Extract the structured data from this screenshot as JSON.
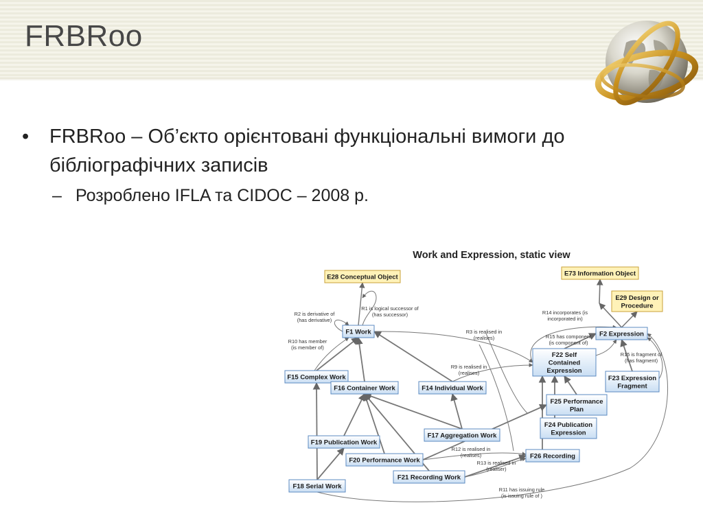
{
  "slide": {
    "title": "FRBRoo",
    "bullets": [
      {
        "text": "FRBRoo – Об’єкто орієнтовані функціональні вимоги до бібліографічних записів",
        "sub": [
          "Розроблено IFLA та CIDOC – 2008 р."
        ]
      }
    ]
  },
  "diagram": {
    "title": "Work and  Expression, static view",
    "colors": {
      "yellow_fill": "#fff2b8",
      "yellow_stroke": "#c8a13a",
      "blue_fill": "#d9e9f7",
      "blue_stroke": "#5b8ac0",
      "line": "#777777"
    },
    "nodes": [
      {
        "id": "e28",
        "label": "E28 Conceptual Object",
        "style": "yellow"
      },
      {
        "id": "e73",
        "label": "E73 Information Object",
        "style": "yellow"
      },
      {
        "id": "e29",
        "label": "E29 Design or Procedure",
        "lines": [
          "E29 Design or",
          "Procedure"
        ],
        "style": "yellow"
      },
      {
        "id": "f1",
        "label": "F1 Work",
        "style": "blue"
      },
      {
        "id": "f2",
        "label": "F2 Expression",
        "style": "blue"
      },
      {
        "id": "f22",
        "label": "F22 Self Contained Expression",
        "lines": [
          "F22 Self",
          "Contained",
          "Expression"
        ],
        "style": "blue"
      },
      {
        "id": "f23",
        "label": "F23 Expression Fragment",
        "lines": [
          "F23 Expression",
          "Fragment"
        ],
        "style": "blue"
      },
      {
        "id": "f15",
        "label": "F15 Complex Work",
        "style": "blue"
      },
      {
        "id": "f16",
        "label": "F16 Container Work",
        "style": "blue"
      },
      {
        "id": "f14",
        "label": "F14 Individual Work",
        "style": "blue"
      },
      {
        "id": "f25",
        "label": "F25 Performance Plan",
        "lines": [
          "F25 Performance",
          "Plan"
        ],
        "style": "blue"
      },
      {
        "id": "f24",
        "label": "F24 Publication Expression",
        "lines": [
          "F24 Publication",
          "Expression"
        ],
        "style": "blue"
      },
      {
        "id": "f19",
        "label": "F19 Publication Work",
        "style": "blue"
      },
      {
        "id": "f17",
        "label": "F17 Aggregation Work",
        "style": "blue"
      },
      {
        "id": "f20",
        "label": "F20 Performance Work",
        "style": "blue"
      },
      {
        "id": "f26",
        "label": "F26 Recording",
        "style": "blue"
      },
      {
        "id": "f21",
        "label": "F21 Recording Work",
        "style": "blue"
      },
      {
        "id": "f18",
        "label": "F18 Serial Work",
        "style": "blue"
      }
    ],
    "labels": [
      {
        "id": "r1",
        "lines": [
          "R1 is logical successor of",
          "(has successor)"
        ]
      },
      {
        "id": "r2",
        "lines": [
          "R2 is derivative of",
          "(has derivative)"
        ]
      },
      {
        "id": "r10",
        "lines": [
          "R10 has member",
          "(is member of)"
        ]
      },
      {
        "id": "r3",
        "lines": [
          "R3 is  realised in",
          "(realises)"
        ]
      },
      {
        "id": "r9",
        "lines": [
          "R9 is realised in",
          "(realises)"
        ]
      },
      {
        "id": "r14",
        "lines": [
          "R14 incorporates (is",
          "incorporated in)"
        ]
      },
      {
        "id": "r15a",
        "lines": [
          "R15 has component",
          "(is component of)"
        ]
      },
      {
        "id": "r15b",
        "lines": [
          "R15 is fragment of",
          "(has fragment)"
        ]
      },
      {
        "id": "r12",
        "lines": [
          "R12 is  realised in",
          "(realises)"
        ]
      },
      {
        "id": "r13",
        "lines": [
          "R13 is  realised in",
          "(realiser)"
        ]
      },
      {
        "id": "r11",
        "lines": [
          "R11 has issuing rule",
          "(is issuing rule of )"
        ]
      }
    ]
  }
}
